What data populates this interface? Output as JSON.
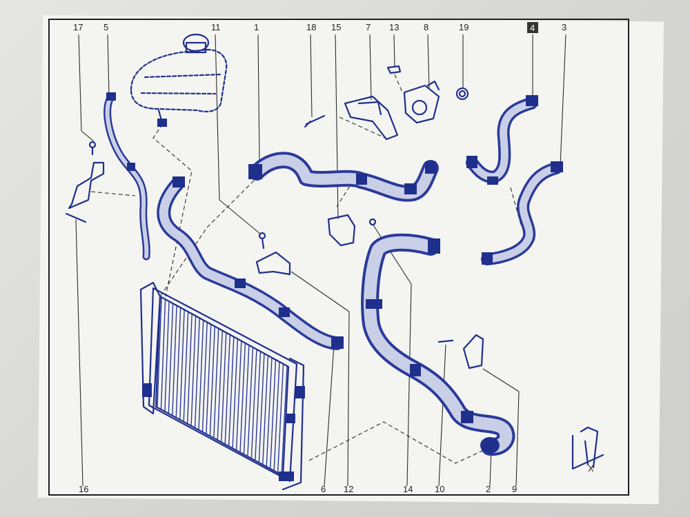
{
  "diagram": {
    "callouts_top": [
      "17",
      "5",
      "11",
      "1",
      "18",
      "15",
      "7",
      "13",
      "8",
      "19",
      "4",
      "3"
    ],
    "callouts_bottom": [
      "16",
      "6",
      "12",
      "14",
      "10",
      "2",
      "9"
    ],
    "highlighted_callout": "4",
    "axis_marker": "X",
    "colors": {
      "line_art": "#1f2f8c",
      "paper": "#f4f4f1",
      "highlight_box": "#333333"
    }
  }
}
